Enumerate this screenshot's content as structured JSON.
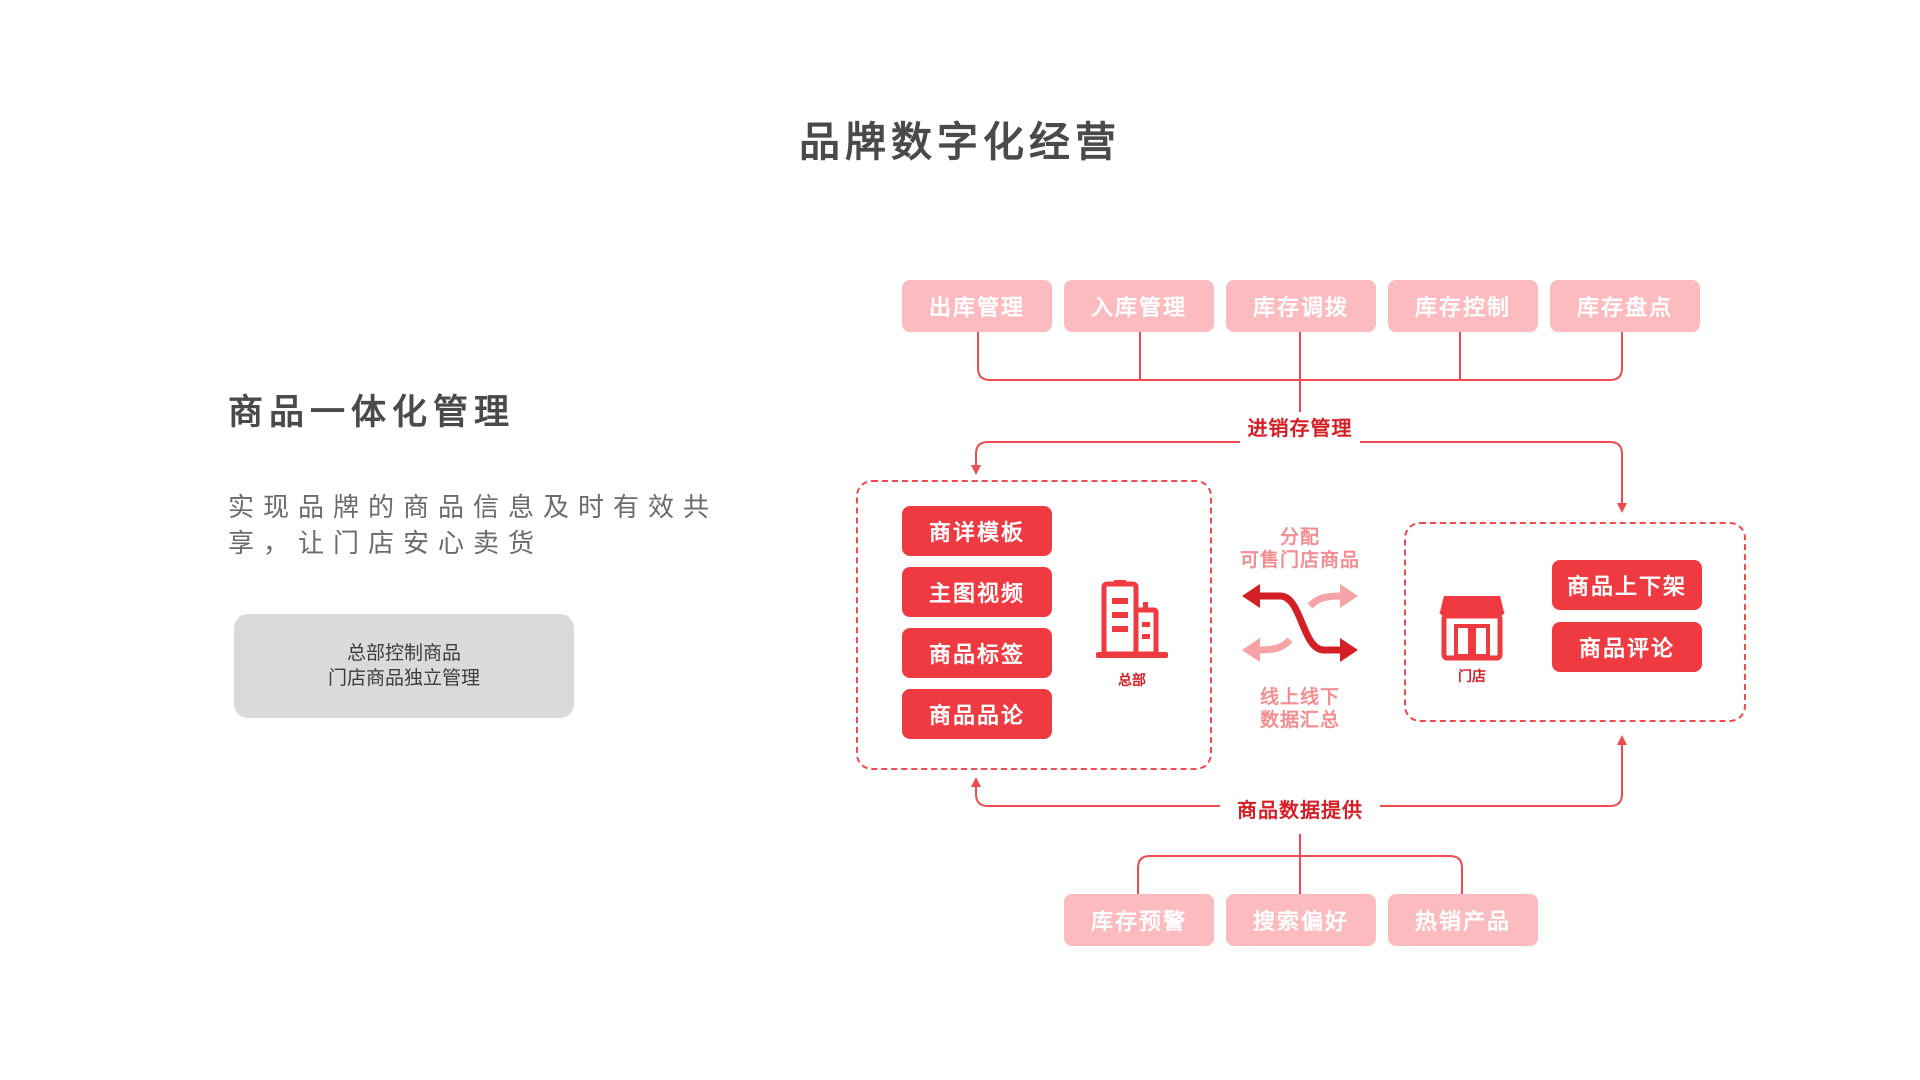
{
  "page": {
    "title": "品牌数字化经营"
  },
  "left": {
    "title": "商品一体化管理",
    "description": "实现品牌的商品信息及时有效共享，让门店安心卖货",
    "note": [
      "总部控制商品",
      "门店商品独立管理"
    ]
  },
  "top_chips": [
    "出库管理",
    "入库管理",
    "库存调拨",
    "库存控制",
    "库存盘点"
  ],
  "top_label": "进销存管理",
  "hq": {
    "items": [
      "商详模板",
      "主图视频",
      "商品标签",
      "商品品论"
    ],
    "icon": "office-building-icon",
    "label": "总部"
  },
  "middle": {
    "top_text": [
      "分配",
      "可售门店商品"
    ],
    "icon": "shuffle-arrows-icon",
    "bottom_text": [
      "线上线下",
      "数据汇总"
    ]
  },
  "store": {
    "items": [
      "商品上下架",
      "商品评论"
    ],
    "icon": "storefront-icon",
    "label": "门店"
  },
  "bottom_label": "商品数据提供",
  "bottom_chips": [
    "库存预警",
    "搜索偏好",
    "热销产品"
  ],
  "colors": {
    "red": "#ee3a40",
    "dark_red": "#d51f26",
    "pink": "#fcbcbf",
    "line": "#ef4b51",
    "grey_box": "#dadada"
  }
}
